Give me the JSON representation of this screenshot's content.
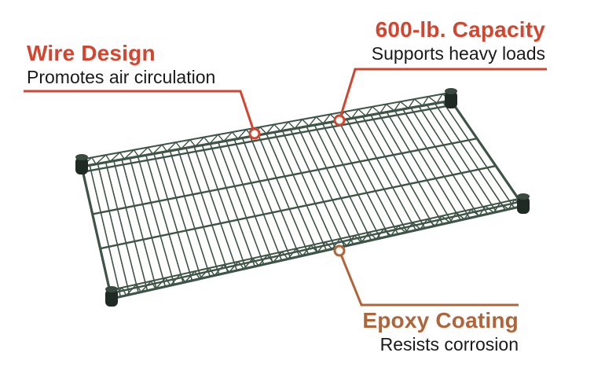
{
  "callouts": {
    "wire_design": {
      "title": "Wire Design",
      "description": "Promotes air circulation"
    },
    "capacity": {
      "title": "600-lb. Capacity",
      "description": "Supports heavy loads"
    },
    "epoxy": {
      "title": "Epoxy Coating",
      "description": "Resists corrosion"
    }
  },
  "colors": {
    "accent_red": "#d2452f",
    "accent_brown": "#b0643a",
    "wire_green": "#3d5446",
    "post_dark": "#1f2a24"
  },
  "product": {
    "icon": "wire-shelf-image"
  }
}
